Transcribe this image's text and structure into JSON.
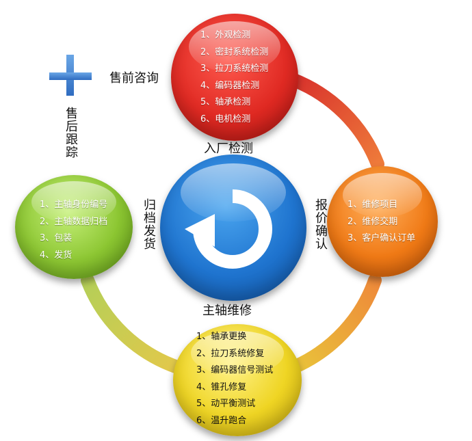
{
  "center": {
    "label": "主轴维修"
  },
  "stages": {
    "inspection": {
      "label": "入厂检测",
      "items": [
        "1、外观检测",
        "2、密封系统检测",
        "3、拉刀系统检测",
        "4、编码器检测",
        "5、轴承检测",
        "6、电机检测"
      ]
    },
    "quote": {
      "label": "报价确认",
      "items": [
        "1、维修项目",
        "2、维修交期",
        "3、客户确认订单"
      ]
    },
    "repair": {
      "items": [
        "1、轴承更换",
        "2、拉刀系统修复",
        "3、编码器信号测试",
        "4、锥孔修复",
        "5、动平衡测试",
        "6、温升跑合"
      ]
    },
    "shipping": {
      "label": "归档发货",
      "items": [
        "1、主轴身份编号",
        "2、主轴数据归档",
        "3、包装",
        "4、发货"
      ]
    }
  },
  "presale": {
    "label": "售前咨询"
  },
  "aftersale": {
    "label": "售后跟踪"
  },
  "colors": {
    "inspection": "#e02a23",
    "quote": "#f07a16",
    "repair": "#efd524",
    "shipping": "#8cc632",
    "center": "#1f74cf",
    "plus": "#3d7fd0"
  },
  "icons": {
    "center": "rotate-arrow-icon",
    "presale": "plus-icon"
  }
}
